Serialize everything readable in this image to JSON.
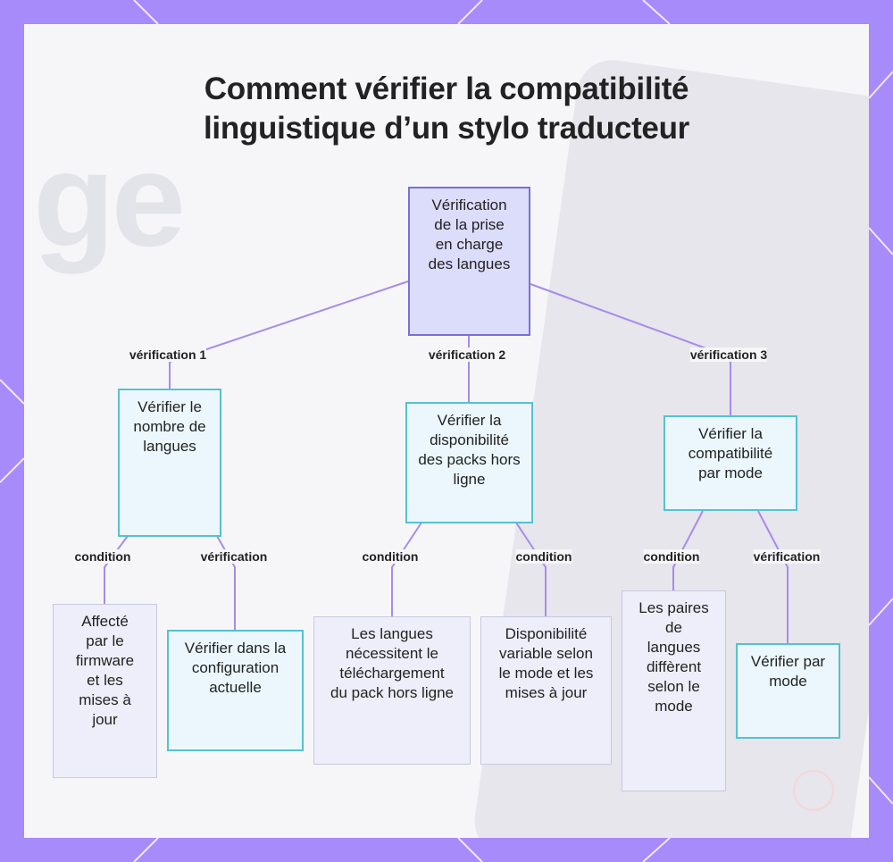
{
  "title_line1": "Comment vérifier la compatibilité",
  "title_line2": "linguistique d’un stylo traducteur",
  "nodes": {
    "root": "Vérification de la prise en charge des langues",
    "n1": "Vérifier le nombre de langues",
    "n2": "Vérifier la disponibilité des packs hors ligne",
    "n3": "Vérifier la compatibilité par mode",
    "l1a": "Affecté par le firmware et les mises à jour",
    "l1b": "Vérifier dans la configuration actuelle",
    "l2a": "Les langues nécessitent le téléchargement du pack hors ligne",
    "l2b": "Disponibilité variable selon le mode et les mises à jour",
    "l3a": "Les paires de langues diffèrent selon le mode",
    "l3b": "Vérifier par mode"
  },
  "edge_labels": {
    "e1": "vérification 1",
    "e2": "vérification 2",
    "e3": "vérification 3",
    "e1a": "condition",
    "e1b": "vérification",
    "e2a": "condition",
    "e2b": "condition",
    "e3a": "condition",
    "e3b": "vérification"
  },
  "colors": {
    "frame": "#a78bfa",
    "edge": "#a78bea",
    "root_fill": "#dcdcfb",
    "mid_fill": "#ebf7fc",
    "leaf_fill": "#eeeefa"
  }
}
